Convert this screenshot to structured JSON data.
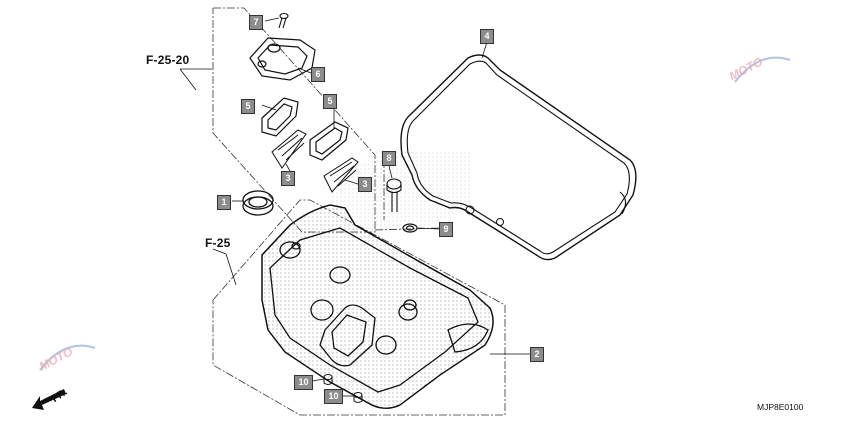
{
  "diagram": {
    "code": "MJP8E0100",
    "references": [
      {
        "id": "ref-f-25-20",
        "text": "F-25-20"
      },
      {
        "id": "ref-f-25",
        "text": "F-25"
      }
    ],
    "front_marker": "FR.",
    "watermark": "MOTO",
    "callouts": [
      {
        "part": "1"
      },
      {
        "part": "2"
      },
      {
        "part": "3"
      },
      {
        "part": "3"
      },
      {
        "part": "4"
      },
      {
        "part": "5"
      },
      {
        "part": "5"
      },
      {
        "part": "6"
      },
      {
        "part": "7"
      },
      {
        "part": "8"
      },
      {
        "part": "9"
      },
      {
        "part": "10"
      },
      {
        "part": "10"
      }
    ]
  }
}
